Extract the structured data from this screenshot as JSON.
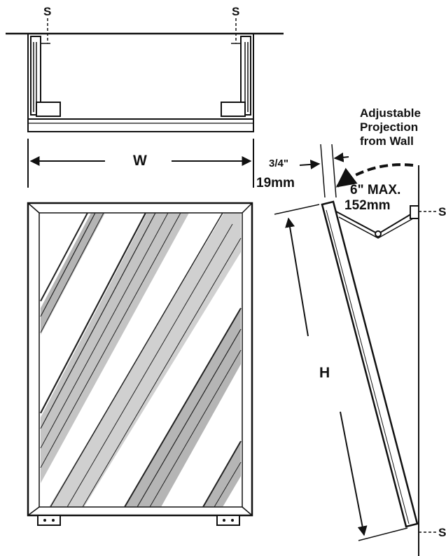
{
  "labels": {
    "screw_top_left": "S",
    "screw_top_right": "S",
    "screw_side_top": "S",
    "screw_side_bottom": "S",
    "width": "W",
    "height": "H",
    "frame_depth_in": "3/4\"",
    "frame_depth_mm": "19mm",
    "projection_max_in": "6\" MAX.",
    "projection_max_mm": "152mm",
    "adjustable_line1": "Adjustable",
    "adjustable_line2": "Projection",
    "adjustable_line3": "from Wall"
  },
  "colors": {
    "ink": "#111111",
    "paper": "#ffffff"
  }
}
